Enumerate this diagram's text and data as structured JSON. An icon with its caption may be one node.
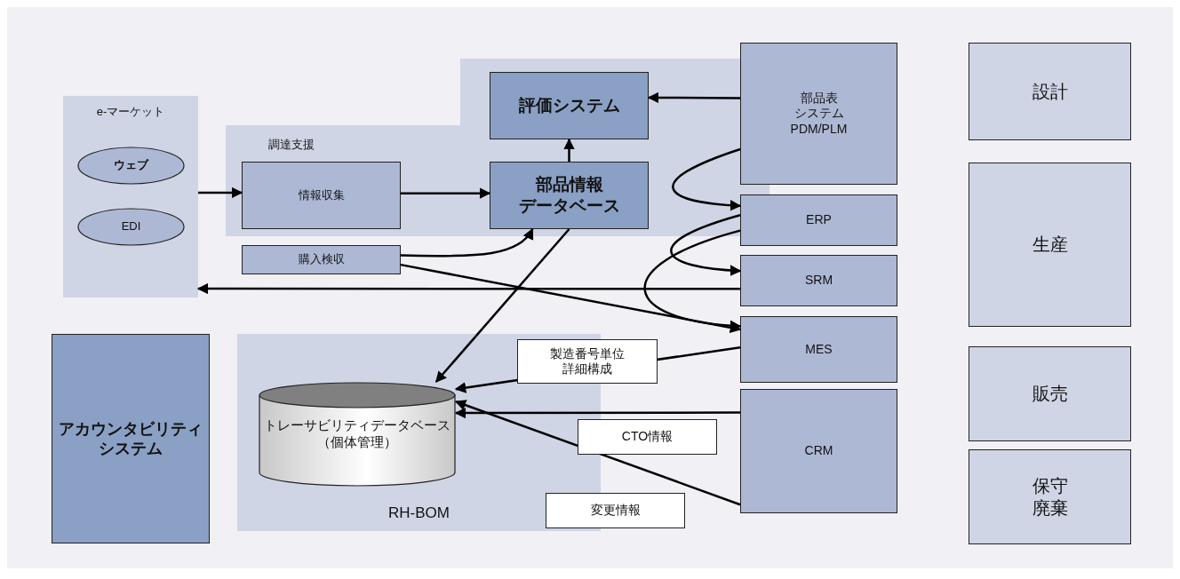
{
  "diagram": {
    "nodes": [
      {
        "text": [
          "e-マーケット"
        ]
      },
      {
        "text": [
          "ウェブ"
        ],
        "in": 0
      },
      {
        "text": [
          "EDI"
        ],
        "in": 0
      },
      {
        "text": [
          "調達支援"
        ]
      },
      {
        "text": [
          "情報収集"
        ],
        "in": 3
      },
      {
        "text": [
          "評価システム"
        ],
        "in": 3
      },
      {
        "text": [
          "部品情報",
          "データベース"
        ],
        "in": 3
      },
      {
        "text": [
          "購入検収"
        ]
      },
      {
        "text": [
          "部品表",
          "システム",
          "PDM/PLM"
        ]
      },
      {
        "text": [
          "ERP"
        ]
      },
      {
        "text": [
          "SRM"
        ]
      },
      {
        "text": [
          "MES"
        ]
      },
      {
        "text": [
          "CRM"
        ]
      },
      {
        "text": [
          "設計"
        ]
      },
      {
        "text": [
          "生産"
        ]
      },
      {
        "text": [
          "販売"
        ]
      },
      {
        "text": [
          "保守廃棄"
        ]
      },
      {
        "text": [
          "アカウンタビリティシステム"
        ]
      },
      {
        "text": [
          "RH-BOM"
        ]
      },
      {
        "text": [
          "トレーサビリティデータベース（個体管理）"
        ],
        "in": 18
      }
    ],
    "edges": [
      {
        "from": 0,
        "to": 4,
        "arrow": "to"
      },
      {
        "from": 4,
        "to": 6,
        "arrow": "to"
      },
      {
        "from": 6,
        "to": 5,
        "arrow": "to"
      },
      {
        "from": 8,
        "to": 5,
        "arrow": "to"
      },
      {
        "from": 7,
        "to": 6,
        "arrow": "to"
      },
      {
        "from": 7,
        "to": 11,
        "arrow": "to"
      },
      {
        "from": 6,
        "to": 19,
        "arrow": "to"
      },
      {
        "from": 10,
        "to": 0,
        "arrow": "to"
      },
      {
        "from": 8,
        "to": 9,
        "arrow": "to"
      },
      {
        "from": 9,
        "to": 10,
        "arrow": "to"
      },
      {
        "from": 9,
        "to": 11,
        "arrow": "to"
      },
      {
        "from": 11,
        "to": 19,
        "arrow": "to",
        "label": "製造番号単位詳細構成"
      },
      {
        "from": 12,
        "to": 19,
        "arrow": "to",
        "label": "CTO情報"
      },
      {
        "from": 12,
        "to": 19,
        "arrow": "to",
        "label": "変更情報"
      }
    ]
  }
}
